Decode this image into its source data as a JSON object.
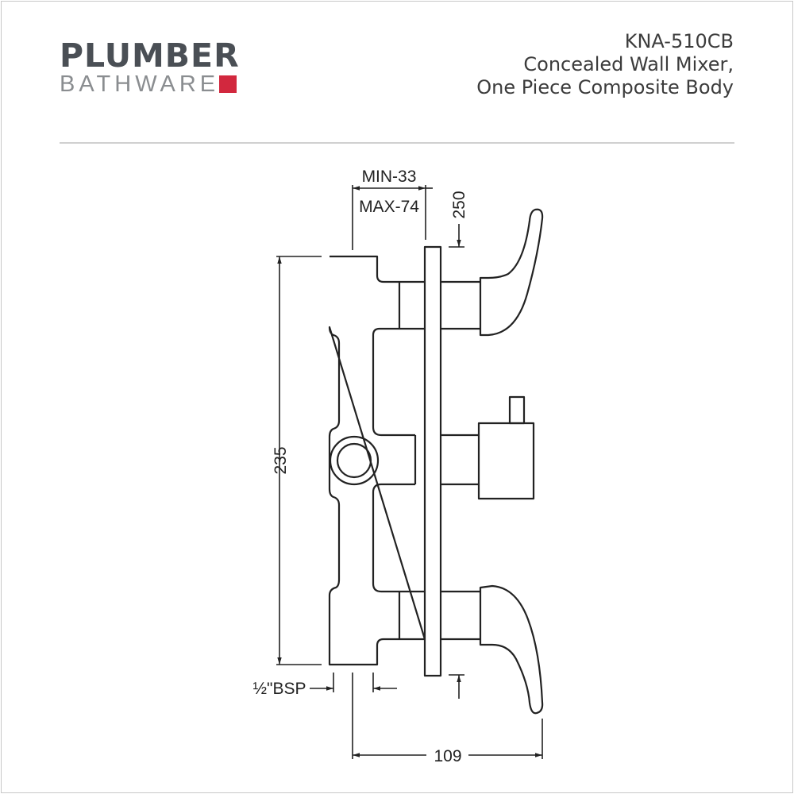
{
  "logo": {
    "line1": "PLUMBER",
    "line2": "BATHWARE",
    "accent_color": "#d2283e"
  },
  "product": {
    "code": "KNA-510CB",
    "name_line1": "Concealed Wall Mixer,",
    "name_line2": "One Piece Composite Body"
  },
  "dimensions": {
    "min": "MIN-33",
    "max": "MAX-74",
    "top_offset": "250",
    "height": "235",
    "thread": "½\"BSP",
    "depth": "109"
  }
}
